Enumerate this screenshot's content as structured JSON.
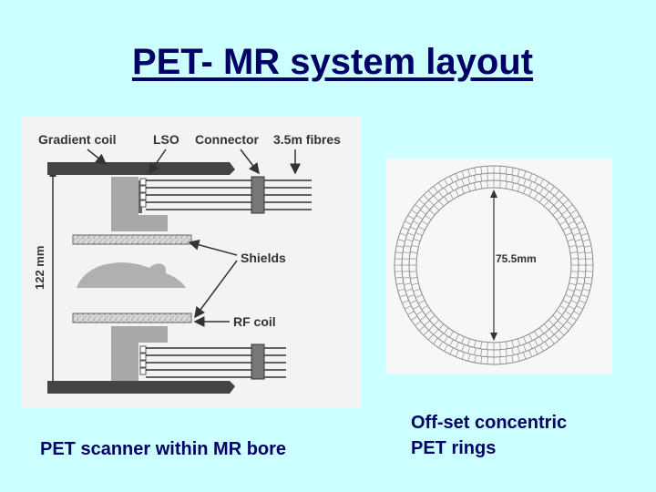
{
  "slide": {
    "title": "PET- MR system layout"
  },
  "left_diagram": {
    "labels": {
      "gradient_coil": "Gradient coil",
      "lso": "LSO",
      "connector": "Connector",
      "fibres": "3.5m fibres",
      "shields": "Shields",
      "rf_coil": "RF coil",
      "dimension": "122 mm"
    },
    "caption": "PET scanner within MR bore"
  },
  "right_diagram": {
    "labels": {
      "diameter": "75.5mm"
    },
    "caption_line1": "Off-set concentric",
    "caption_line2": "PET rings"
  },
  "colors": {
    "background": "#ccffff",
    "title": "#000066",
    "diagram_dark": "#444444",
    "diagram_mid": "#a8a8a8"
  }
}
